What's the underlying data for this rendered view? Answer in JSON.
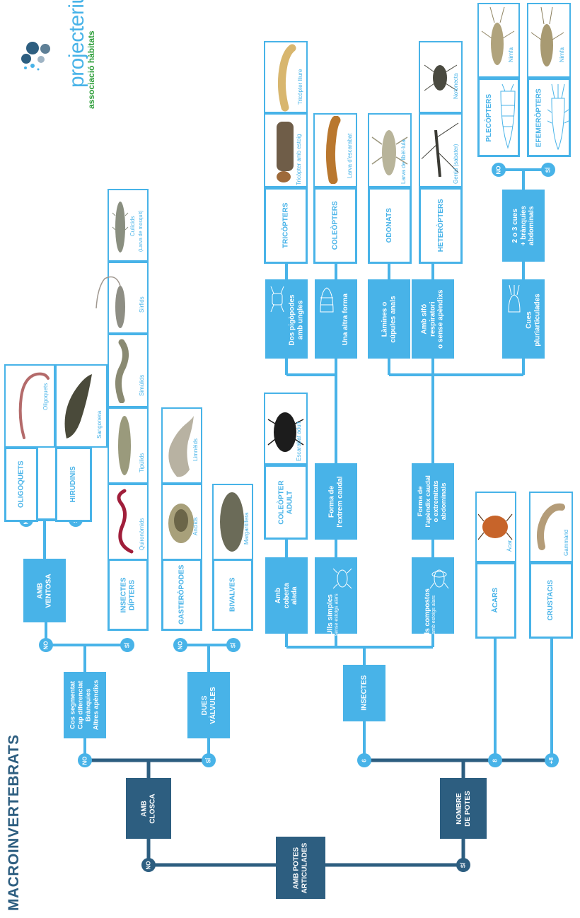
{
  "title": "MACROINVERTEBRATS",
  "logo": {
    "brand": "projecterius",
    "org": "associació hàbitats",
    "brand_color": "#48b3e8",
    "org_color": "#2e9e3a"
  },
  "colors": {
    "dark": "#2d5e80",
    "light": "#48b3e8"
  },
  "nodes": {
    "root": "AMB POTES\nARTICULADES",
    "closca": "AMB\nCLOSCA",
    "potes": "NOMBRE\nDE POTES",
    "segmentat": "Cos segmentat\nCap diferenciat\nBrànquies\nAltres apèndixs",
    "valvules": "DUES\nVÀLVULES",
    "ventosa": "AMB\nVENTOSA",
    "insectes": "INSECTES",
    "coberta": "Amb\ncoberta\nalada",
    "ulls_simples": "Ulls simples",
    "ulls_simples_sub": "sense estoigs alars",
    "ulls_compostos": "Ulls compostos",
    "ulls_compostos_sub": "amb estoigs alars",
    "forma_extrem": "Forma de\nl'extrem caudal",
    "forma_apendix": "Forma de\nl'apèndix caudal\no extremitats\nabdominals",
    "pigopodes": "Dos pigòpodes\namb ungles",
    "altra_forma": "Una altra forma",
    "lamines": "Làmines o\ncúpules anals",
    "sifo": "Amb sifó\nrespiratori\no sense apèndixs",
    "cues": "Cues\npluriarticulades",
    "cues_branquies": "2 o 3 cues\n+ brànquies\nabdominals"
  },
  "answers": {
    "no": "NO",
    "si": "SÍ",
    "six": "6",
    "eight": "8",
    "plus8": "+8"
  },
  "groups": {
    "oligoquets": "OLIGOQUETS",
    "hirudinis": "HIRUDINIS",
    "dipters": "INSECTES\nDÍPTERS",
    "gasteropodes": "GASTERÒPODES",
    "bivalves": "BIVALVES",
    "coleopter_adult": "COLEÒPTER\nADULT",
    "tricopters": "TRICÒPTERS",
    "coleopters": "COLEÒPTERS",
    "odonats": "ODONATS",
    "heteropters": "HETERÒPTERS",
    "plecopters": "PLECÒPTERS",
    "efemeropters": "EFEMERÒPTERS",
    "acars": "ÀCARS",
    "crustacis": "CRUSTACIS"
  },
  "labels": {
    "oligoquets": "Oligoquets",
    "sangonera": "Sangonera",
    "quironomids": "Quironòmids",
    "tipulids": "Tipúlids",
    "simulids": "Simúlids",
    "sirfids": "Sírfids",
    "culicids": "Culícids",
    "culicids_sub": "(Larva de mosquit)",
    "anclids": "Anclids",
    "limneids": "Limnèids",
    "margaritifera": "Margaritífera",
    "escarabat_adult": "Escarabat adult",
    "tricopter_estoig": "Tricòpter amb estoig",
    "tricopter_lliure": "Tricòpter lliure",
    "larva_escarabat": "Larva d'escarabat",
    "larva_libellula": "Larva de libèl·lula",
    "gerrid": "Gerrid (sabater)",
    "notonecta": "Notonecta",
    "nimfa1": "Nimfa",
    "nimfa2": "Nimfa",
    "acar": "Àcar",
    "gammarid": "Gammàrid"
  }
}
